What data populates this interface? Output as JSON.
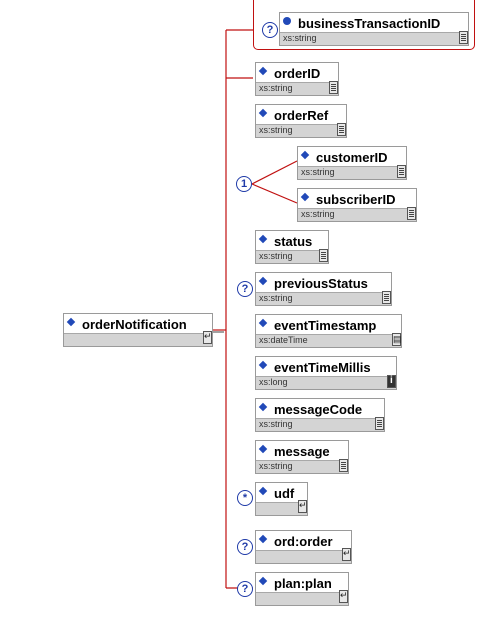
{
  "diagram": {
    "root": {
      "name": "orderNotification"
    },
    "choice_badge": "1",
    "elements": [
      {
        "id": "businessTransactionID",
        "name": "businessTransactionID",
        "type": "xs:string",
        "badge": "?"
      },
      {
        "id": "orderID",
        "name": "orderID",
        "type": "xs:string"
      },
      {
        "id": "orderRef",
        "name": "orderRef",
        "type": "xs:string"
      },
      {
        "id": "customerID",
        "name": "customerID",
        "type": "xs:string"
      },
      {
        "id": "subscriberID",
        "name": "subscriberID",
        "type": "xs:string"
      },
      {
        "id": "status",
        "name": "status",
        "type": "xs:string"
      },
      {
        "id": "previousStatus",
        "name": "previousStatus",
        "type": "xs:string",
        "badge": "?"
      },
      {
        "id": "eventTimestamp",
        "name": "eventTimestamp",
        "type": "xs:dateTime"
      },
      {
        "id": "eventTimeMillis",
        "name": "eventTimeMillis",
        "type": "xs:long"
      },
      {
        "id": "messageCode",
        "name": "messageCode",
        "type": "xs:string"
      },
      {
        "id": "message",
        "name": "message",
        "type": "xs:string"
      },
      {
        "id": "udf",
        "name": "udf",
        "type": "",
        "badge": "*"
      },
      {
        "id": "ord-order",
        "name": "ord:order",
        "type": "",
        "badge": "?"
      },
      {
        "id": "plan-plan",
        "name": "plan:plan",
        "type": "",
        "badge": "?"
      }
    ]
  }
}
